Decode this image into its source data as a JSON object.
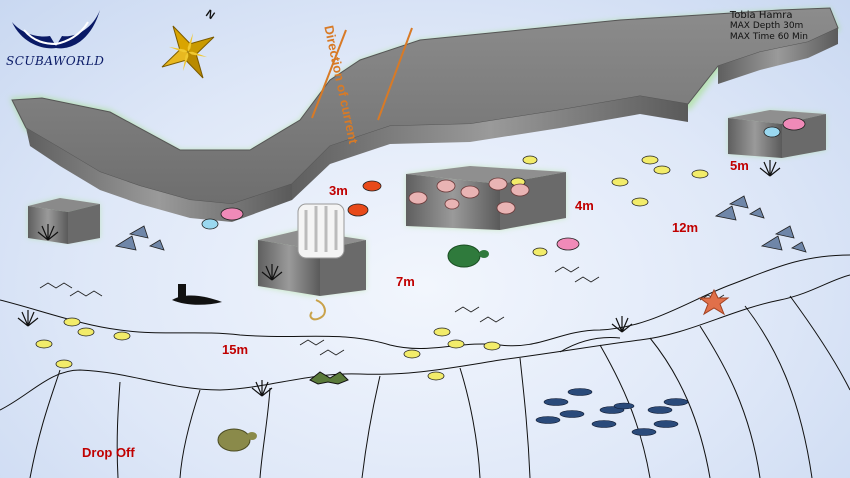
{
  "logo": {
    "text": "SCUBAWORLD",
    "color": "#0a1a66"
  },
  "site_info": {
    "name": "Tobia Hamra",
    "max_depth": "MAX Depth 30m",
    "max_time": "MAX Time 60 Min"
  },
  "compass": {
    "north_label": "N",
    "icon": "compass-rose-icon"
  },
  "current": {
    "label": "Direction of current",
    "color": "#d87a26"
  },
  "depths": {
    "d3": "3m",
    "d4": "4m",
    "d5": "5m",
    "d7": "7m",
    "d12": "12m",
    "d15": "15m"
  },
  "drop_off": "Drop Off",
  "colors": {
    "label_red": "#c00000",
    "rock": "#7a7a7a",
    "water": "#e4ecfa"
  }
}
